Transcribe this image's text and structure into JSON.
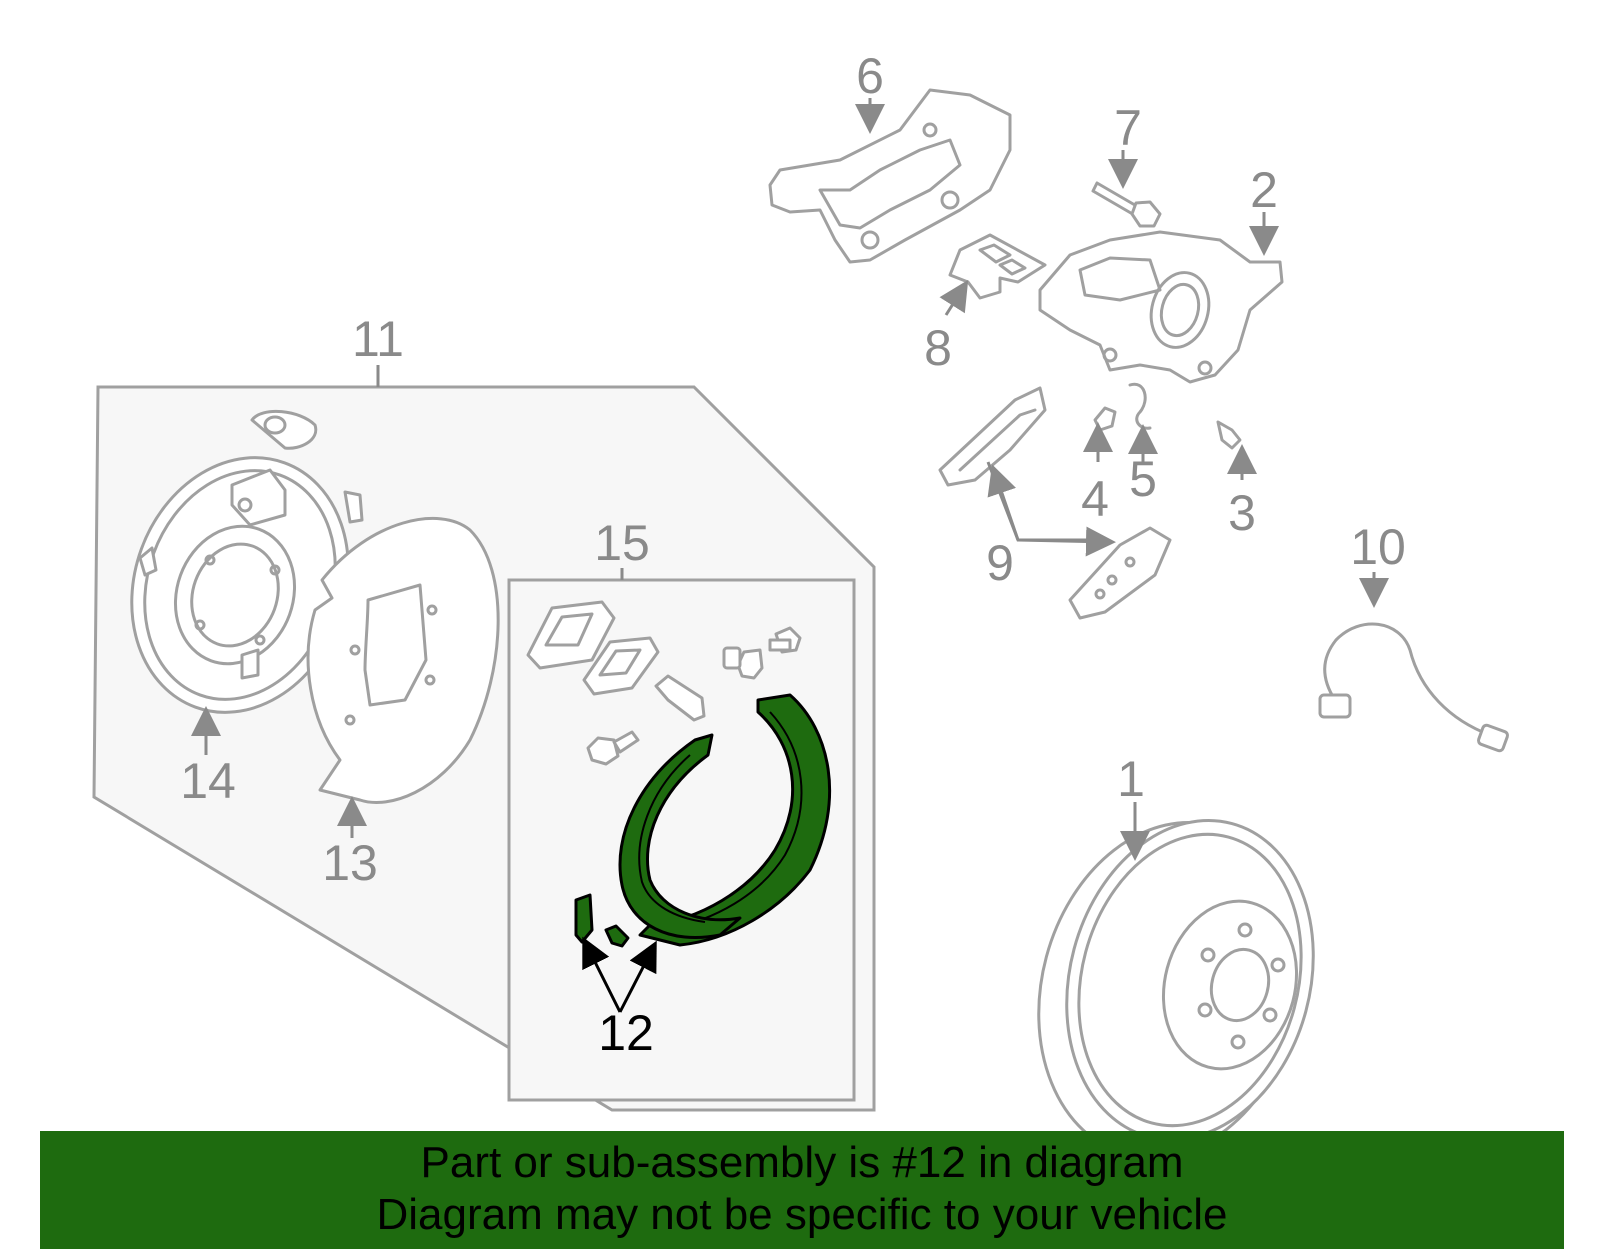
{
  "colors": {
    "highlight": "#1e6b0f",
    "line": "#a0a0a0",
    "callout": "#8a8a8a",
    "active_callout": "#000000",
    "panel": "#f7f7f7"
  },
  "callouts": {
    "c1": "1",
    "c2": "2",
    "c3": "3",
    "c4": "4",
    "c5": "5",
    "c6": "6",
    "c7": "7",
    "c8": "8",
    "c9": "9",
    "c10": "10",
    "c11": "11",
    "c12": "12",
    "c13": "13",
    "c14": "14",
    "c15": "15"
  },
  "highlighted_part": "12",
  "banner": {
    "line1": "Part or sub-assembly is #12 in diagram",
    "line2": "Diagram may not be specific to your vehicle"
  }
}
